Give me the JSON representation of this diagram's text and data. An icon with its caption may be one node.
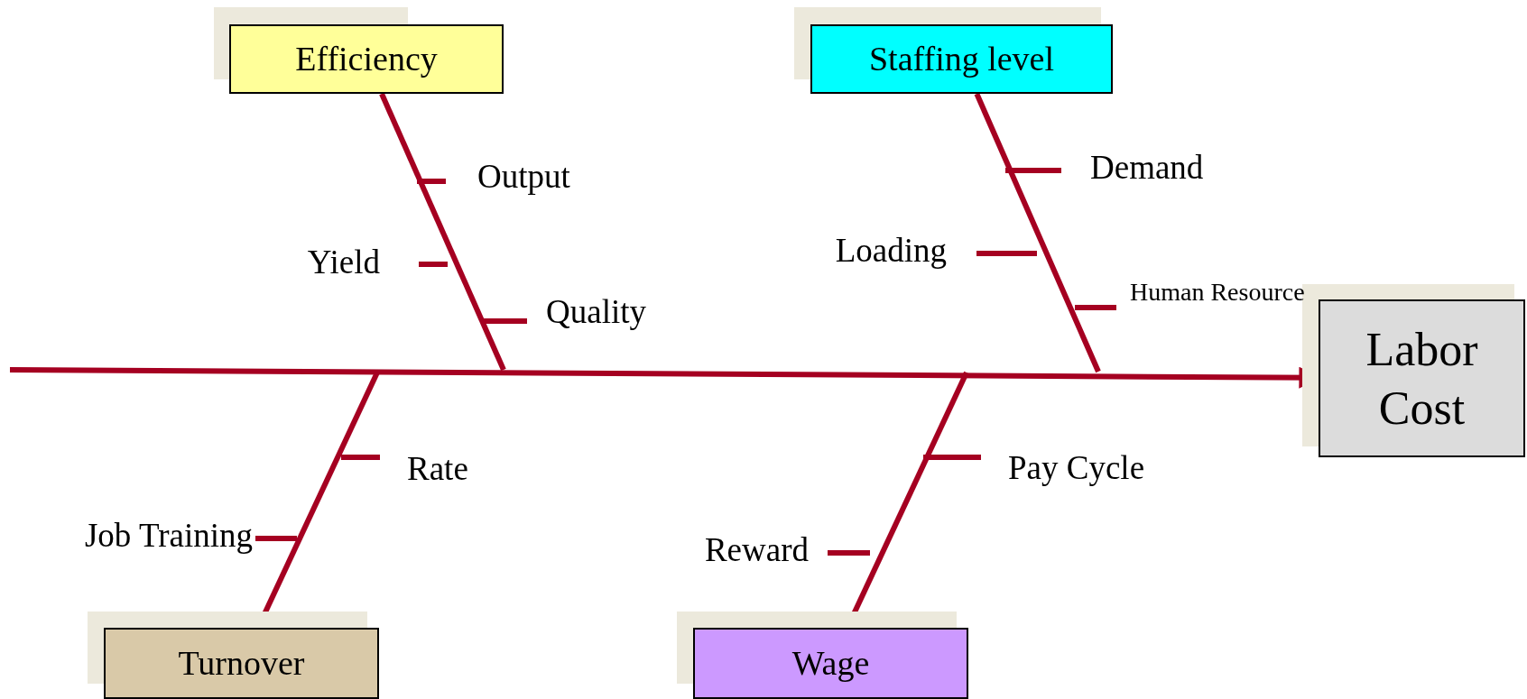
{
  "diagram": {
    "nodes": [
      {
        "text": [
          "Efficiency"
        ]
      },
      {
        "text": [
          "Staffing level"
        ]
      },
      {
        "text": [
          "Labor Cost"
        ]
      },
      {
        "text": [
          "Turnover"
        ]
      },
      {
        "text": [
          "Wage"
        ]
      }
    ],
    "edges": [
      {
        "from": null,
        "to": 2,
        "arrow": "to"
      },
      {
        "from": 0,
        "to": null,
        "arrow": "none"
      },
      {
        "from": 1,
        "to": null,
        "arrow": "none"
      },
      {
        "from": 3,
        "to": null,
        "arrow": "none"
      },
      {
        "from": 4,
        "to": null,
        "arrow": "none"
      }
    ],
    "labels": [
      "Output",
      "Yield",
      "Quality",
      "Demand",
      "Loading",
      "Human Resource",
      "Rate",
      "Job Training",
      "Pay Cycle",
      "Reward"
    ]
  }
}
